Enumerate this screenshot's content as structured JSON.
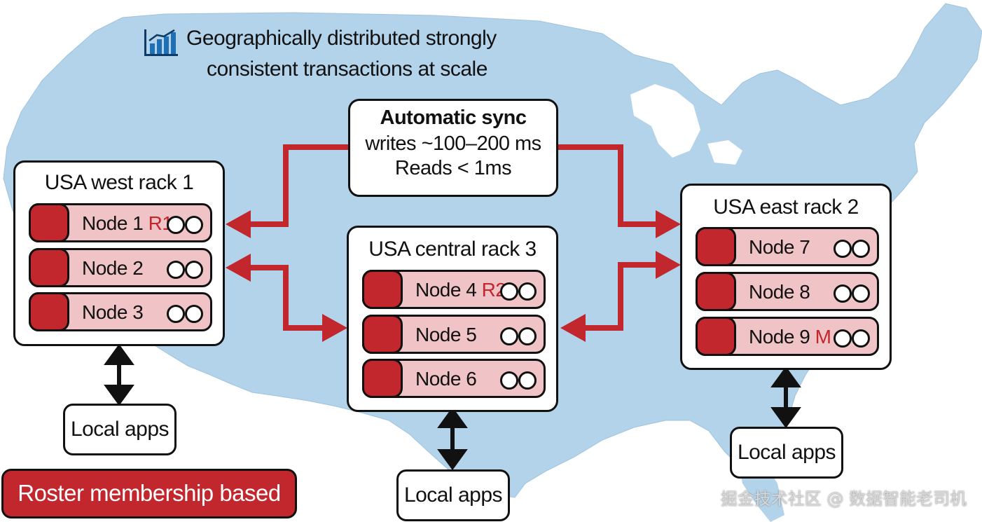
{
  "title": {
    "line1": "Geographically distributed strongly",
    "line2": "consistent transactions at scale"
  },
  "icons": {
    "chart_logo": "bar-chart-icon"
  },
  "colors": {
    "map": "#b3d3ea",
    "accent_red": "#c1272d",
    "node_fill": "#f0c4c6",
    "outline": "#111111"
  },
  "sync": {
    "title": "Automatic sync",
    "writes": "writes ~100–200 ms",
    "reads": "Reads < 1ms"
  },
  "racks": {
    "west": {
      "title": "USA west rack 1",
      "nodes": [
        {
          "label": "Node 1",
          "tag": "R1"
        },
        {
          "label": "Node 2",
          "tag": ""
        },
        {
          "label": "Node 3",
          "tag": ""
        }
      ],
      "apps": "Local apps"
    },
    "central": {
      "title": "USA central rack 3",
      "nodes": [
        {
          "label": "Node 4",
          "tag": "R2"
        },
        {
          "label": "Node 5",
          "tag": ""
        },
        {
          "label": "Node 6",
          "tag": ""
        }
      ],
      "apps": "Local apps"
    },
    "east": {
      "title": "USA east rack 2",
      "nodes": [
        {
          "label": "Node 7",
          "tag": ""
        },
        {
          "label": "Node 8",
          "tag": ""
        },
        {
          "label": "Node 9",
          "tag": "M"
        }
      ],
      "apps": "Local apps"
    }
  },
  "roster": "Roster membership based",
  "watermark": "掘金技术社区 @ 数据智能老司机"
}
